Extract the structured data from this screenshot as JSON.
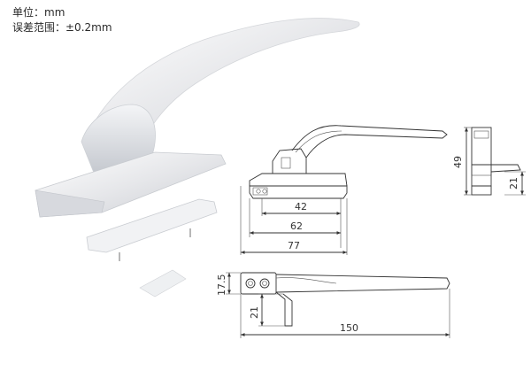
{
  "notes": {
    "unit": "单位：mm",
    "tolerance": "误差范围：±0.2mm"
  },
  "dimensions": {
    "d42": "42",
    "d62": "62",
    "d77": "77",
    "d49": "49",
    "d21_side": "21",
    "d17_5": "17.5",
    "d21_top": "21",
    "d150": "150"
  }
}
